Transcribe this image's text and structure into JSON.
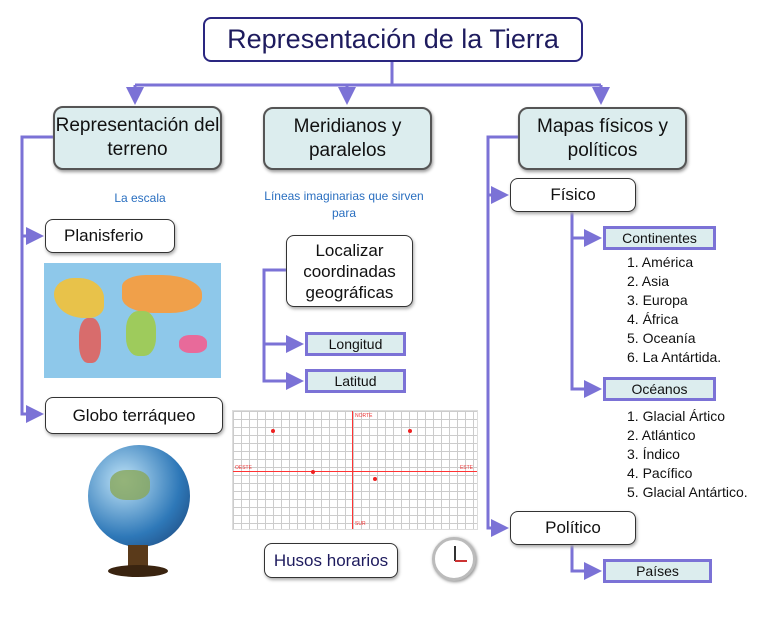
{
  "title": "Representación de la Tierra",
  "branches": {
    "terreno": {
      "label": "Representación del terreno",
      "note": "La escala",
      "planisferio": "Planisferio",
      "globo": "Globo terráqueo"
    },
    "meridianos": {
      "label": "Meridianos y paralelos",
      "note": "Líneas imaginarias que sirven para",
      "localizar": "Localizar coordinadas geográficas",
      "longitud": "Longitud",
      "latitud": "Latitud",
      "husos": "Husos horarios",
      "map_labels": {
        "north": "NORTE",
        "south": "SUR",
        "east": "ESTE",
        "west": "OESTE"
      }
    },
    "mapas": {
      "label": "Mapas físicos y políticos",
      "fisico": "Físico",
      "continentes": "Continentes",
      "continent_list": [
        "1. América",
        "2. Asia",
        "3. Europa",
        "4. África",
        "5. Oceanía",
        "6. La Antártida."
      ],
      "oceanos": "Océanos",
      "ocean_list": [
        "1. Glacial Ártico",
        "2. Atlántico",
        "3. Índico",
        "4. Pacífico",
        "5. Glacial Antártico."
      ],
      "politico": "Político",
      "paises": "Países"
    }
  },
  "colors": {
    "connector": "#7b72d6",
    "box_fill": "#dcedee",
    "title_text": "#1e1b5e"
  }
}
